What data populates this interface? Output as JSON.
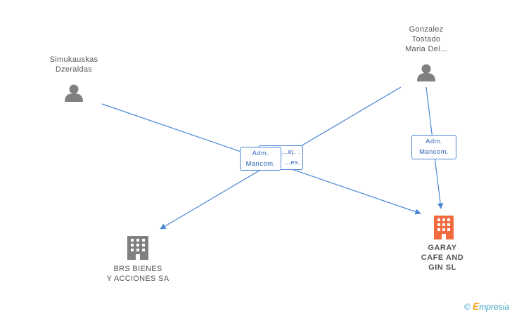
{
  "persons": [
    {
      "id": "simukauskas",
      "lines": [
        "Simukauskas",
        "Dzeraldas"
      ]
    },
    {
      "id": "gonzalez",
      "lines": [
        "Gonzalez",
        "Tostado",
        "Maria Del..."
      ]
    }
  ],
  "companies": [
    {
      "id": "brs",
      "lines": [
        "BRS BIENES",
        "Y ACCIONES SA"
      ],
      "color": "#808080"
    },
    {
      "id": "garay",
      "lines": [
        "GARAY",
        "CAFE AND",
        "GIN  SL"
      ],
      "color": "#f26a3d"
    }
  ],
  "roles": [
    {
      "id": "role-behind",
      "lines": [
        "...ej. .",
        "...es."
      ]
    },
    {
      "id": "role-front",
      "lines": [
        "Adm.",
        "Mancom."
      ]
    },
    {
      "id": "role-gonzalez-garay",
      "lines": [
        "Adm.",
        "Mancom."
      ]
    }
  ],
  "brand": {
    "copyright": "©",
    "initial": "E",
    "name": "mpresia"
  },
  "colors": {
    "edge": "#4a86d4",
    "person_icon": "#808080",
    "company_main": "#f26a3d",
    "company_other": "#808080"
  }
}
